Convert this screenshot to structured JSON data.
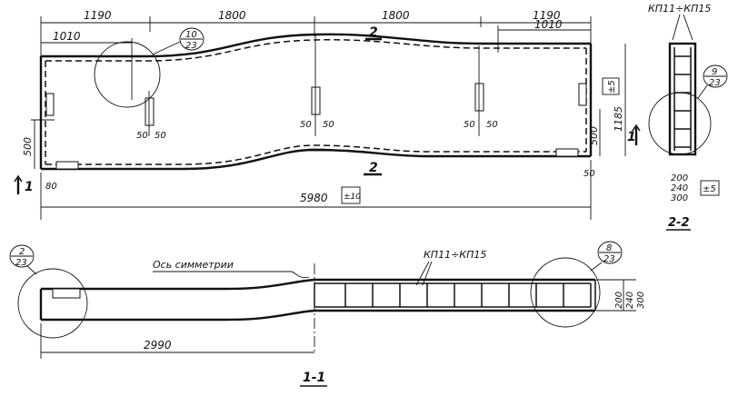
{
  "dims_top": {
    "d1190_left": "1190",
    "d1800_left": "1800",
    "d1800_right": "1800",
    "d1190_right": "1190",
    "d1010_left": "1010",
    "d1010_right": "1010"
  },
  "section_marks": {
    "s2_top": "2",
    "s2_bottom": "2",
    "s1_left": "1",
    "s1_right": "1"
  },
  "callouts": {
    "c10_23": {
      "num": "10",
      "den": "23"
    },
    "c9_23": {
      "num": "9",
      "den": "23"
    },
    "c2_23": {
      "num": "2",
      "den": "23"
    },
    "c8_23": {
      "num": "8",
      "den": "23"
    }
  },
  "elevation": {
    "d500_left": "500",
    "d500_right": "500",
    "d1185": "1185",
    "tol_5_right": "±5",
    "d50_a1": "50",
    "d50_a2": "50",
    "d50_b1": "50",
    "d50_b2": "50",
    "d80": "80",
    "d50_corner": "50",
    "d5980": "5980",
    "tol_10": "±10"
  },
  "section22": {
    "label": "КП11÷КП15",
    "d200": "200",
    "d240": "240",
    "d300": "300",
    "tol": "±5",
    "title": "2-2"
  },
  "section11": {
    "sym_axis": "Ось симметрии",
    "label": "КП11÷КП15",
    "d2990": "2990",
    "d200": "200",
    "d240": "240",
    "d300": "300",
    "title": "1-1"
  }
}
